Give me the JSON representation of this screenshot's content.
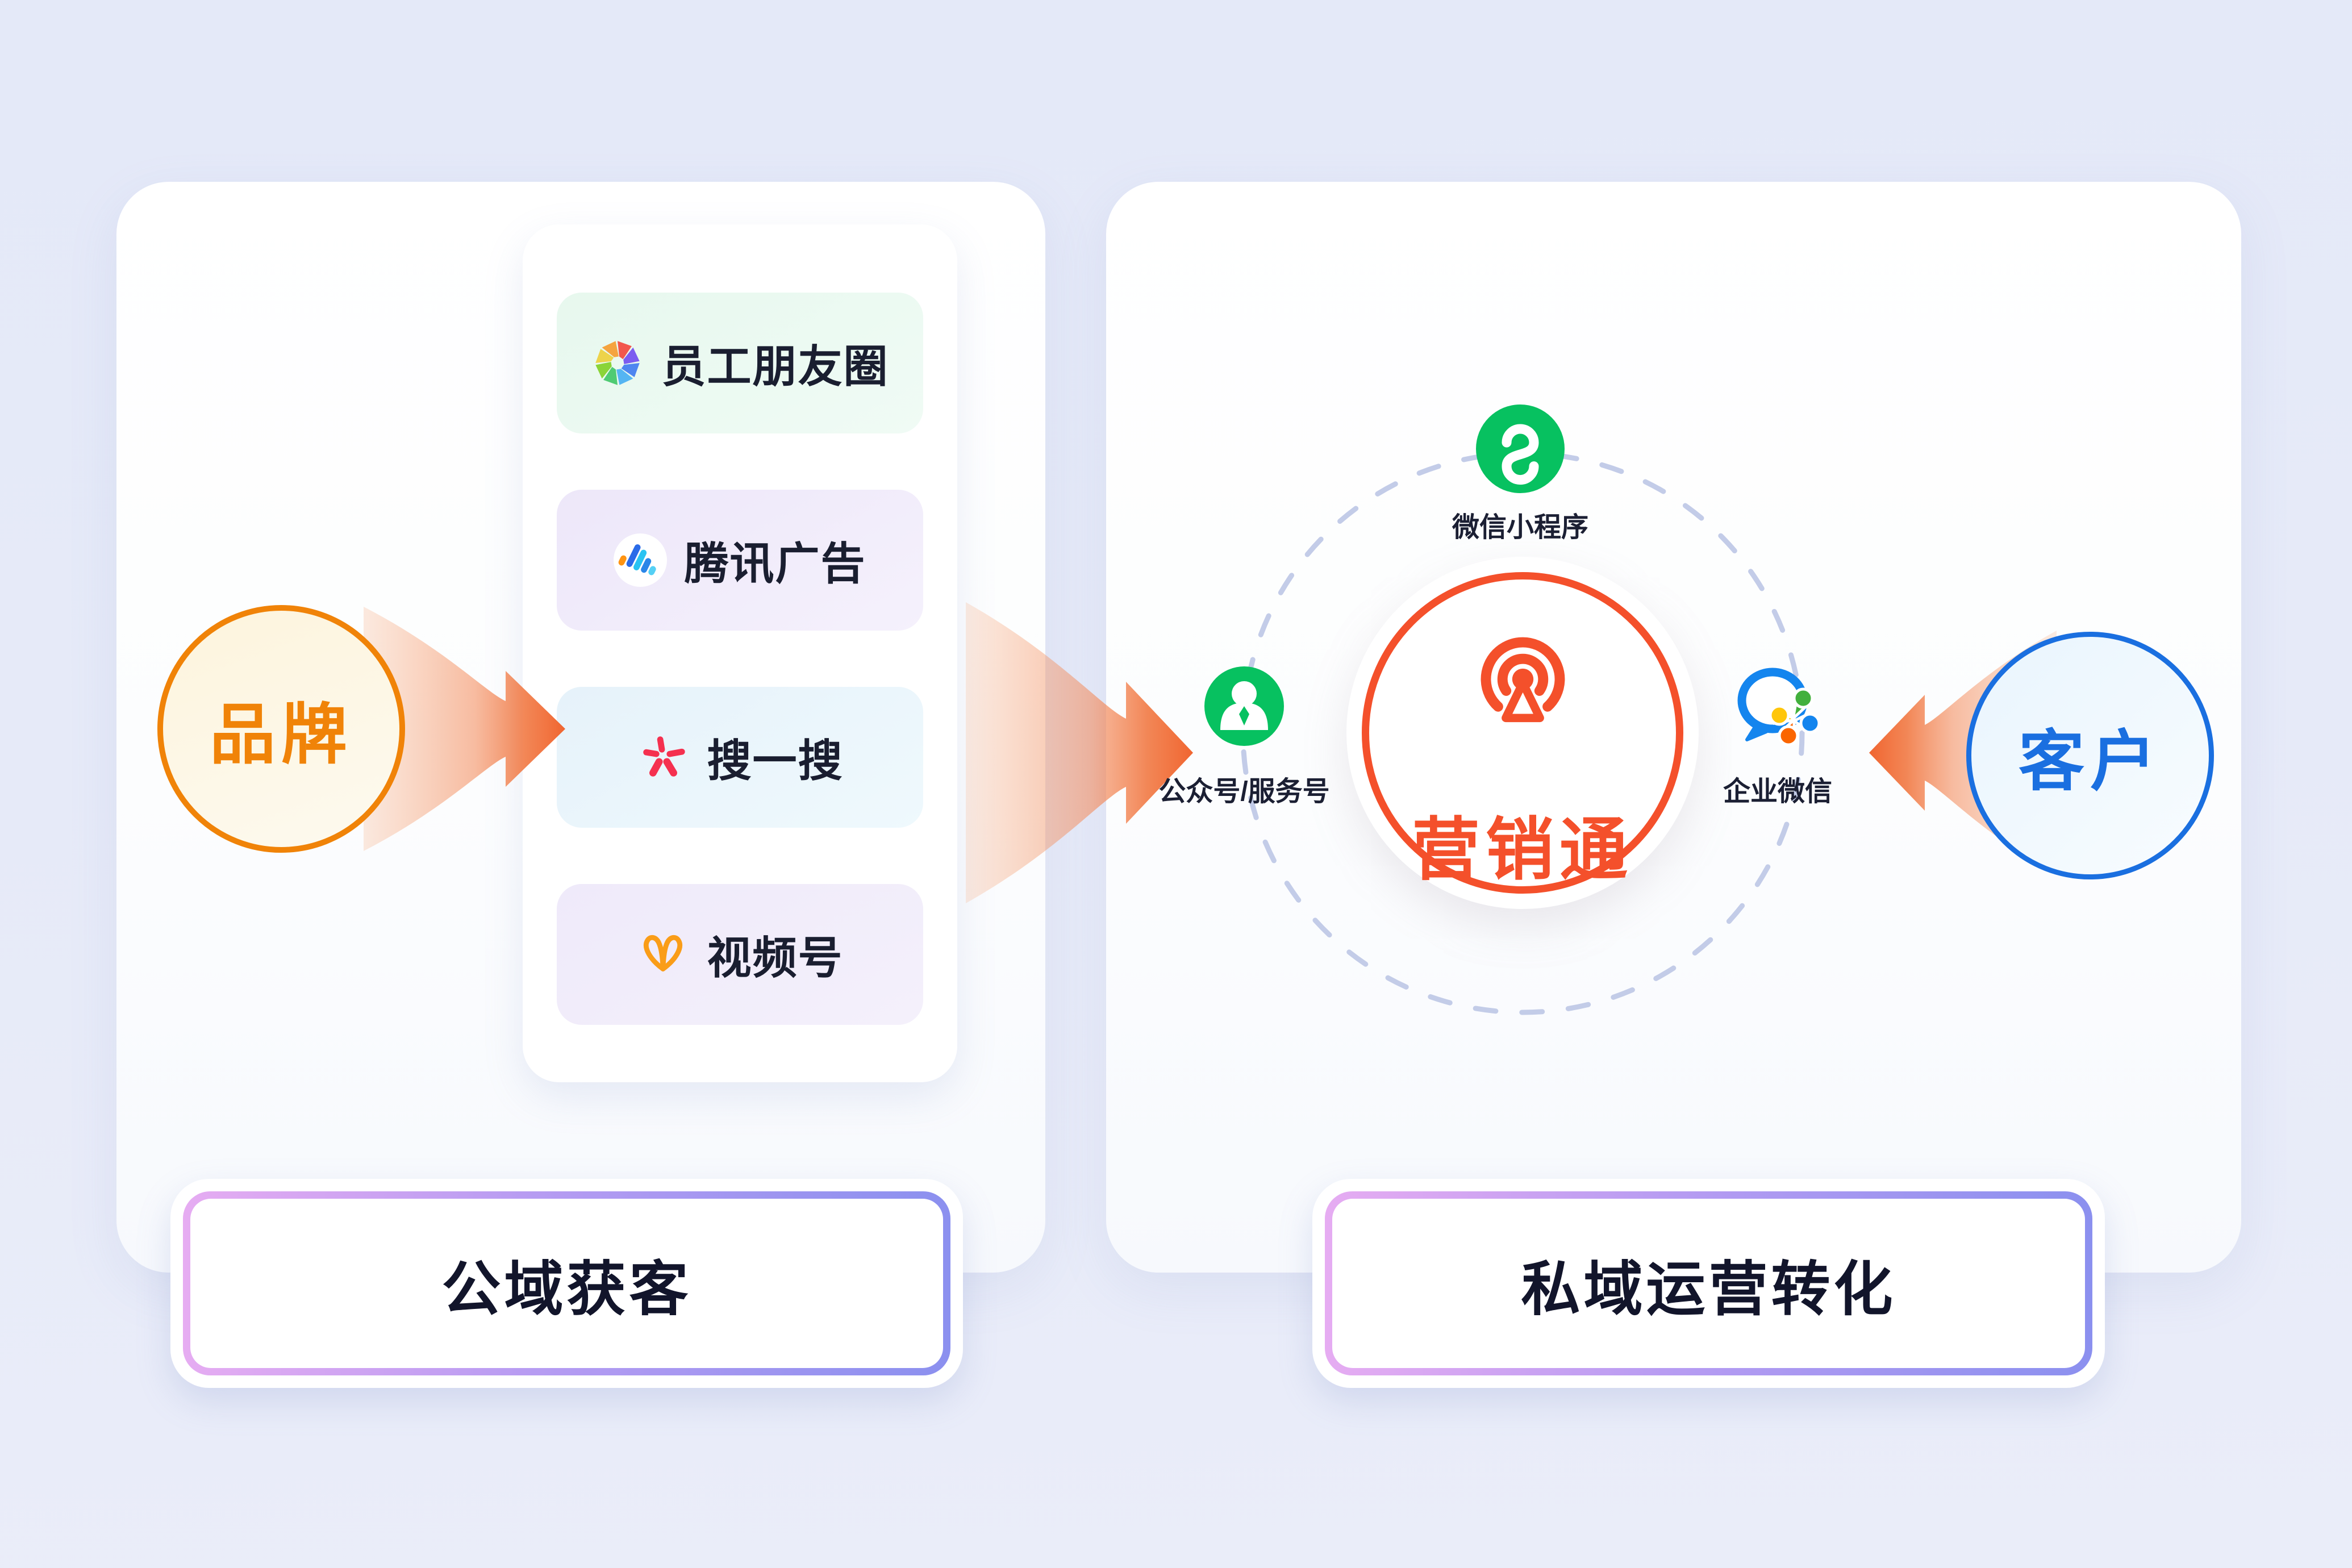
{
  "diagram": {
    "left_card": {
      "source_label": "品牌",
      "channels": [
        {
          "label": "员工朋友圈",
          "icon": "moments-aperture-icon"
        },
        {
          "label": "腾讯广告",
          "icon": "tencent-ads-icon"
        },
        {
          "label": "搜一搜",
          "icon": "wechat-search-icon"
        },
        {
          "label": "视频号",
          "icon": "wechat-channels-icon"
        }
      ],
      "footer_label": "公域获客"
    },
    "right_card": {
      "hub_label": "营销通",
      "hub_icon": "beacon-icon",
      "satellites": [
        {
          "label": "微信小程序",
          "icon": "mini-program-icon",
          "position": "top"
        },
        {
          "label": "公众号/服务号",
          "icon": "official-account-icon",
          "position": "left"
        },
        {
          "label": "企业微信",
          "icon": "wecom-icon",
          "position": "right"
        }
      ],
      "target_label": "客户",
      "footer_label": "私域运营转化"
    },
    "colors": {
      "background_top": "#E4E9F8",
      "background_bottom": "#EAEDF9",
      "brand_orange": "#F08308",
      "hub_orange_red": "#F4502B",
      "customer_blue": "#1A6FE0",
      "wechat_green": "#07C160",
      "search_rose": "#F5304F",
      "channels_orange": "#FA9D18",
      "tencent_ads_blue": "#2A6BE8",
      "funnel_orange": "#F07040",
      "orbit_dash": "#C3CCE8",
      "footer_gradient_left": "#E6ACF2",
      "footer_gradient_right": "#8B90EF",
      "label_text_dark": "#12152B"
    }
  }
}
